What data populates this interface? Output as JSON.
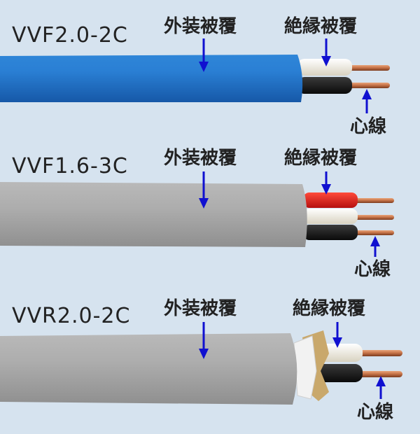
{
  "cables": [
    {
      "name": "VVF2.0-2C",
      "sheath_label": "外装被覆",
      "insulation_label": "絶縁被覆",
      "conductor_label": "心線",
      "sheath_color": "#1f74c9",
      "insulation_colors": [
        "#f3efe3",
        "#1b1b1b"
      ]
    },
    {
      "name": "VVF1.6-3C",
      "sheath_label": "外装被覆",
      "insulation_label": "絶縁被覆",
      "conductor_label": "心線",
      "sheath_color": "#a8a8a8",
      "insulation_colors": [
        "#e02020",
        "#f3efe3",
        "#1b1b1b"
      ]
    },
    {
      "name": "VVR2.0-2C",
      "sheath_label": "外装被覆",
      "insulation_label": "絶縁被覆",
      "conductor_label": "心線",
      "sheath_color": "#a9a9a9",
      "insulation_colors": [
        "#f3efe3",
        "#1b1b1b"
      ]
    }
  ],
  "colors": {
    "arrow": "#1010d0",
    "background": "#d6e3ef",
    "copper": "#c8754a"
  }
}
